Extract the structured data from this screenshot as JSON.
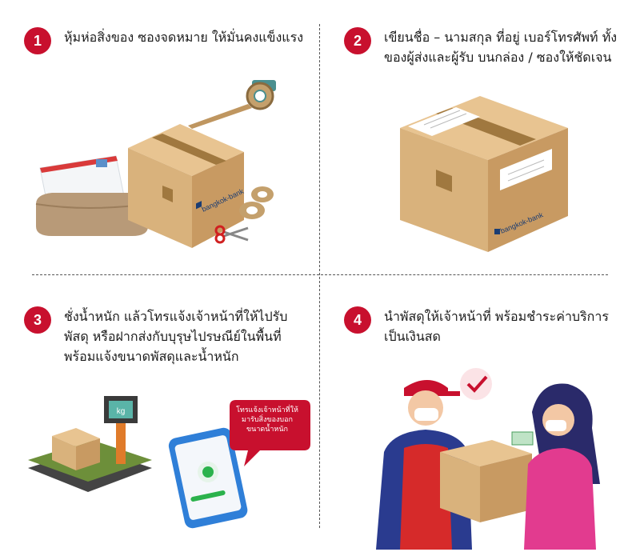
{
  "steps": [
    {
      "number": "1",
      "text": "หุ้มห่อสิ่งของ ซองจดหมาย ให้มั่นคงแข็งแรง"
    },
    {
      "number": "2",
      "text": "เขียนชื่อ – นามสกุล ที่อยู่ เบอร์โทรศัพท์ ทั้งของผู้ส่งและผู้รับ บนกล่อง / ซองให้ชัดเจน"
    },
    {
      "number": "3",
      "text": "ชั่งน้ำหนัก แล้วโทรแจ้งเจ้าหน้าที่ให้ไปรับพัสดุ หรือฝากส่งกับบุรุษไปรษณีย์ในพื้นที่ พร้อมแจ้งขนาดพัสดุและน้ำหนัก"
    },
    {
      "number": "4",
      "text": "นำพัสดุให้เจ้าหน้าที่ พร้อมชำระค่าบริการเป็นเงินสด"
    }
  ],
  "box_brand": "bangkok-bank",
  "scale_unit": "kg",
  "phone_bubble_text": "โทรแจ้งเจ้าหน้าที่ให้มารับสิ่งของบอกขนาดน้ำหนัก",
  "colors": {
    "accent": "#c8102e",
    "box": "#d9b27c",
    "tape": "#a0783f",
    "phone": "#2f7fd8"
  }
}
